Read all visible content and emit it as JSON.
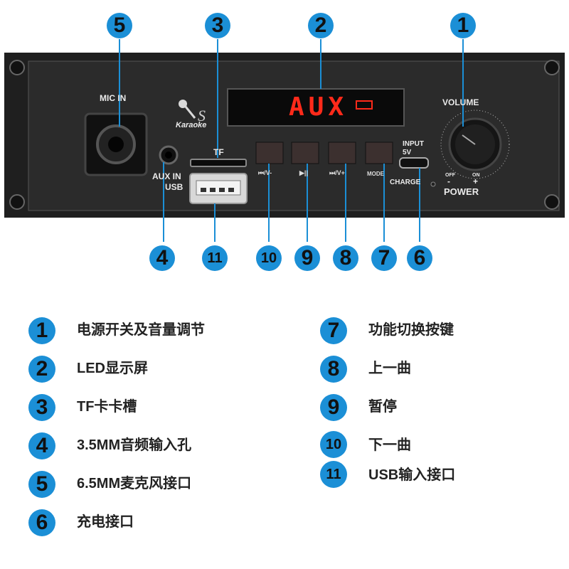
{
  "panel": {
    "mic_in_label": "MIC IN",
    "brand_mark": "Karaoke",
    "tf_label": "TF",
    "aux_in_label": "AUX IN",
    "usb_label": "USB",
    "display_text": "AUX",
    "display_color": "#ff2a1a",
    "volume_label": "VOLUME",
    "input_label": "INPUT",
    "input_voltage": "5V",
    "charge_label": "CHARGE",
    "off_label": "OFF",
    "on_label": "ON",
    "minus_sign": "-",
    "plus_sign": "+",
    "power_label": "POWER",
    "buttons": [
      {
        "label": "⏮/V-",
        "icon": "prev-icon"
      },
      {
        "label": "▶||",
        "icon": "play-pause-icon"
      },
      {
        "label": "⏭/V+",
        "icon": "next-icon"
      },
      {
        "label": "MODE",
        "icon": "mode-icon"
      }
    ]
  },
  "callouts": [
    "1",
    "2",
    "3",
    "4",
    "5",
    "6",
    "7",
    "8",
    "9",
    "10",
    "11"
  ],
  "legend": {
    "left": [
      {
        "num": "1",
        "text": "电源开关及音量调节"
      },
      {
        "num": "2",
        "text": "LED显示屏"
      },
      {
        "num": "3",
        "text": "TF卡卡槽"
      },
      {
        "num": "4",
        "text": "3.5MM音频输入孔"
      },
      {
        "num": "5",
        "text": "6.5MM麦克风接口"
      },
      {
        "num": "6",
        "text": "充电接口"
      }
    ],
    "right": [
      {
        "num": "7",
        "text": "功能切换按键"
      },
      {
        "num": "8",
        "text": "上一曲"
      },
      {
        "num": "9",
        "text": "暂停"
      },
      {
        "num": "10",
        "text": "下一曲"
      },
      {
        "num": "11",
        "text": "USB输入接口"
      }
    ]
  },
  "colors": {
    "badge": "#1b8fd6",
    "panel": "#2a2a2a",
    "leader": "#1b8fd6"
  }
}
